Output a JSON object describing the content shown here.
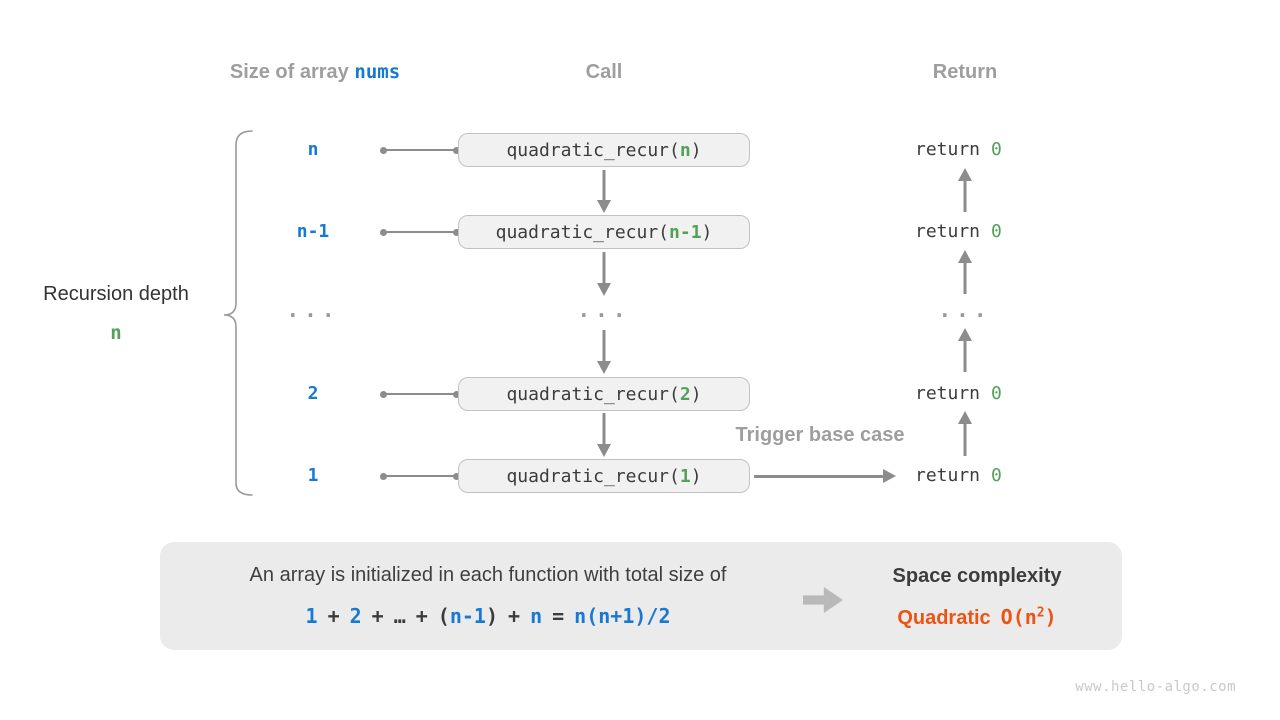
{
  "headers": {
    "size_label": "Size of array ",
    "size_code": "nums",
    "call": "Call",
    "return": "Return"
  },
  "depth": {
    "label": "Recursion depth",
    "value": "n"
  },
  "call_fn": "quadratic_recur(",
  "call_close": ")",
  "rows": [
    {
      "size": "n",
      "arg": "n",
      "ret_kw": "return",
      "ret_val": "0"
    },
    {
      "size": "n-1",
      "arg": "n-1",
      "ret_kw": "return",
      "ret_val": "0"
    },
    {
      "size": "...",
      "call": "...",
      "ret": "..."
    },
    {
      "size": "2",
      "arg": "2",
      "ret_kw": "return",
      "ret_val": "0"
    },
    {
      "size": "1",
      "arg": "1",
      "ret_kw": "return",
      "ret_val": "0"
    }
  ],
  "trigger_label": "Trigger base case",
  "panel": {
    "line1": "An array is initialized in each function with total size of",
    "formula": {
      "n1": "1",
      "plus1": "+",
      "n2": "2",
      "plus2": "+",
      "dots": "…",
      "plus3": "+",
      "lparen": "(",
      "n3": "n-1",
      "rparen": ")",
      "plus4": "+",
      "n4": "n",
      "equals": "=",
      "result": "n(n+1)/2"
    },
    "space_title": "Space complexity",
    "complexity_name": "Quadratic",
    "complexity_o": "O(n",
    "complexity_exp": "2",
    "complexity_close": ")"
  },
  "watermark": "www.hello-algo.com",
  "colors": {
    "blue": "#1779d2",
    "green": "#53a158",
    "orange": "#ec5414",
    "gray_label": "#9e9e9e",
    "dark_text": "#3c3c3c",
    "box_fill": "#f1f1f1",
    "panel_fill": "#ebebeb",
    "arrow_gray": "#8c8c8c"
  }
}
